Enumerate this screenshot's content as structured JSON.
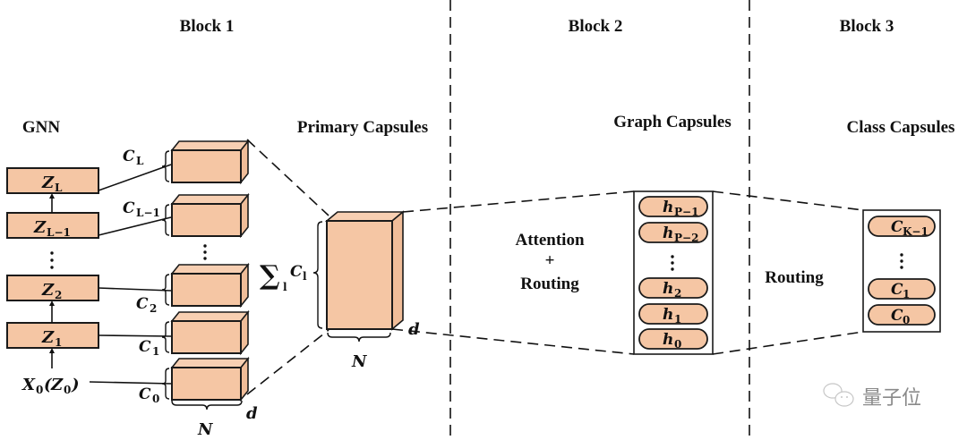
{
  "blocks": [
    {
      "label": "Block 1"
    },
    {
      "label": "Block 2"
    },
    {
      "label": "Block 3"
    }
  ],
  "sections": {
    "gnn": "GNN",
    "primary_capsules": "Primary Capsules",
    "graph_capsules": "Graph Capsules",
    "class_capsules": "Class Capsules"
  },
  "gnn_layers": [
    {
      "base": "Z",
      "sub": "L"
    },
    {
      "base": "Z",
      "sub": "L−1"
    },
    {
      "base": "Z",
      "sub": "2"
    },
    {
      "base": "Z",
      "sub": "1"
    }
  ],
  "gnn_input": {
    "base": "X",
    "sub": "0",
    "paren_base": "Z",
    "paren_sub": "0"
  },
  "channel_labels": [
    {
      "base": "C",
      "sub": "L"
    },
    {
      "base": "C",
      "sub": "L−1"
    },
    {
      "base": "C",
      "sub": "2"
    },
    {
      "base": "C",
      "sub": "1"
    },
    {
      "base": "C",
      "sub": "0"
    }
  ],
  "dims": {
    "n": "N",
    "d": "d"
  },
  "primary": {
    "sum_symbol": "∑",
    "sum_index": "l",
    "base": "C",
    "sub": "l"
  },
  "transitions": {
    "block2_line1": "Attention",
    "block2_line2": "+",
    "block2_line3": "Routing",
    "block3": "Routing"
  },
  "graph_capsules": [
    {
      "base": "h",
      "sub": "P−1"
    },
    {
      "base": "h",
      "sub": "P−2"
    },
    {
      "base": "h",
      "sub": "2"
    },
    {
      "base": "h",
      "sub": "1"
    },
    {
      "base": "h",
      "sub": "0"
    }
  ],
  "class_capsules": [
    {
      "base": "C",
      "sub": "K−1"
    },
    {
      "base": "C",
      "sub": "1"
    },
    {
      "base": "C",
      "sub": "0"
    }
  ],
  "ellipsis": "⋮",
  "watermark": {
    "icon": "wechat-icon",
    "text": "量子位"
  },
  "colors": {
    "fill": "#f5c6a4",
    "stroke": "#1a1a1a"
  }
}
